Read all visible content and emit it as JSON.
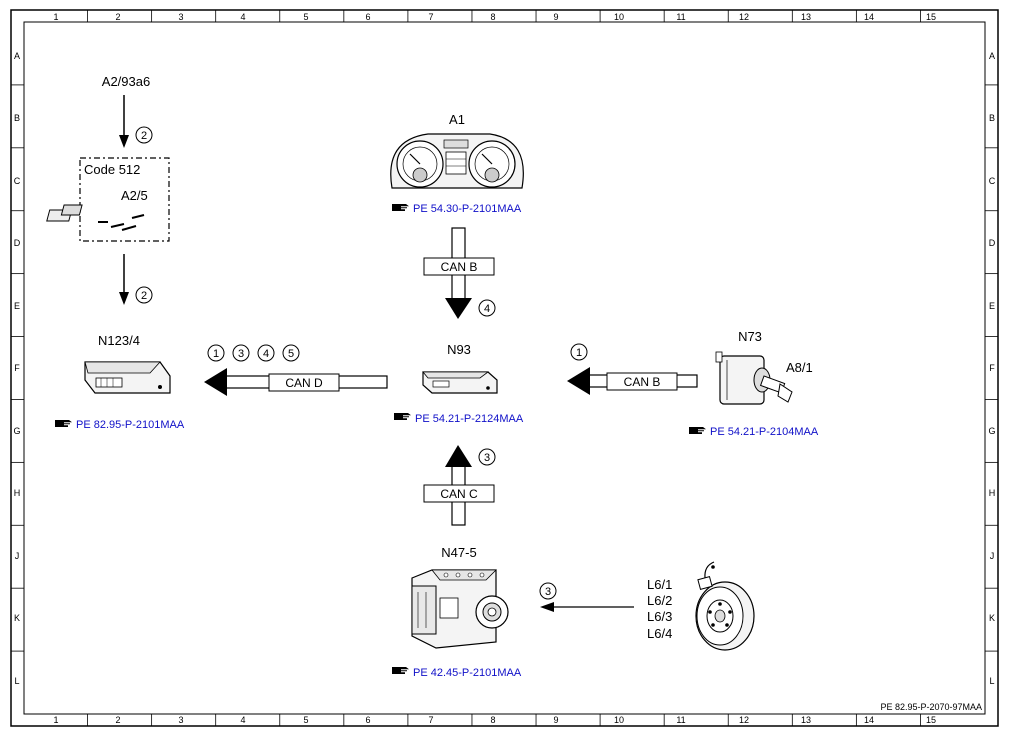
{
  "grid": {
    "columns": [
      "1",
      "2",
      "3",
      "4",
      "5",
      "6",
      "7",
      "8",
      "9",
      "10",
      "11",
      "12",
      "13",
      "14",
      "15"
    ],
    "rows": [
      "A",
      "B",
      "C",
      "D",
      "E",
      "F",
      "G",
      "H",
      "J",
      "K",
      "L"
    ]
  },
  "drawing_number": "PE 82.95-P-2070-97MAA",
  "components": {
    "a2_93a6": "A2/93a6",
    "code_512": "Code 512",
    "a2_5": "A2/5",
    "a1": "A1",
    "n123_4": "N123/4",
    "n93": "N93",
    "n73": "N73",
    "a8_1": "A8/1",
    "n47_5": "N47-5",
    "l6_1": "L6/1",
    "l6_2": "L6/2",
    "l6_3": "L6/3",
    "l6_4": "L6/4"
  },
  "references": {
    "a1": "PE 54.30-P-2101MAA",
    "n123_4": "PE 82.95-P-2101MAA",
    "n93": "PE 54.21-P-2124MAA",
    "n73": "PE 54.21-P-2104MAA",
    "n47_5": "PE 42.45-P-2101MAA"
  },
  "buses": {
    "can_b_top": "CAN B",
    "can_d": "CAN D",
    "can_b_right": "CAN B",
    "can_c": "CAN C"
  },
  "signals": {
    "a2_top": "2",
    "a2_bottom": "2",
    "can_b_top": "4",
    "can_d": [
      "1",
      "3",
      "4",
      "5"
    ],
    "can_b_right": "1",
    "can_c": "3",
    "wheel": "3"
  },
  "icon_names": [
    "instrument-cluster-icon",
    "connector-plug-icon",
    "control-unit-icon",
    "ignition-switch-icon",
    "abs-hydraulic-unit-icon",
    "brake-disc-sensor-icon",
    "document-reference-icon"
  ]
}
